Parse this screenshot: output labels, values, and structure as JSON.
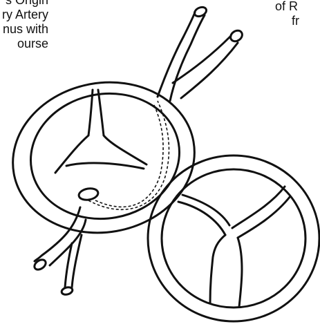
{
  "captions": {
    "left_lines": [
      "s Origin",
      "ry Artery",
      "nus with",
      "ourse"
    ],
    "right_lines": [
      "of R",
      "fr"
    ]
  },
  "colors": {
    "ink": "#111111",
    "background": "#ffffff"
  }
}
